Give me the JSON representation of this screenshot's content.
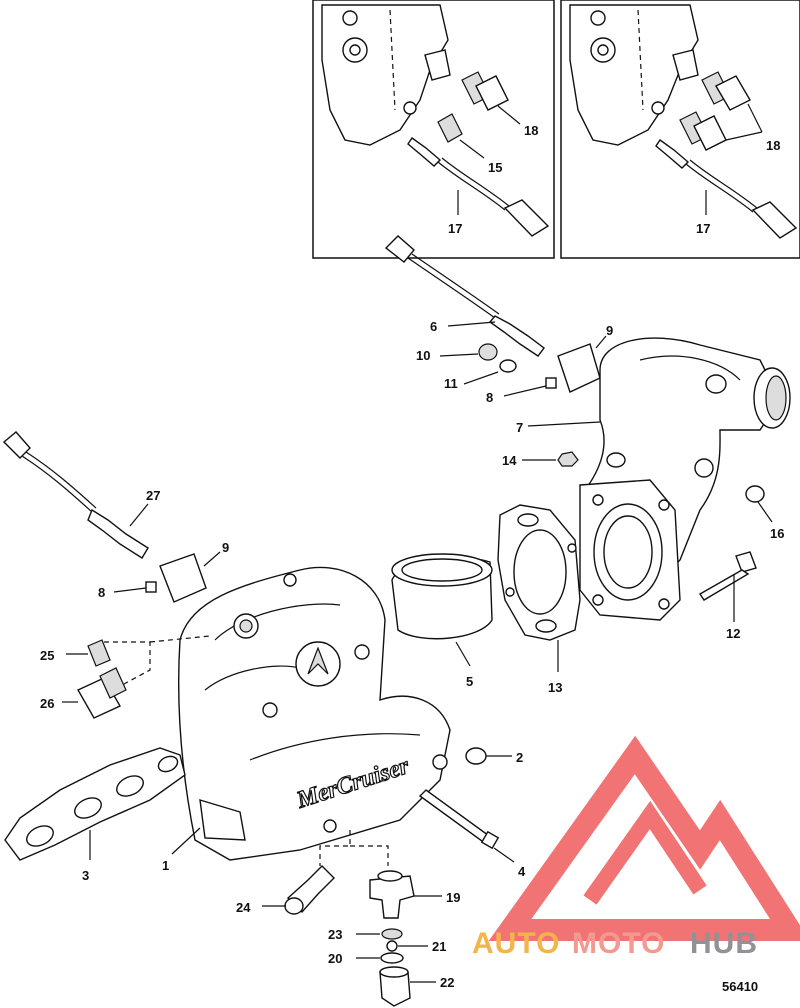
{
  "diagram_number": "56410",
  "watermark": {
    "part1": "AUTO",
    "part2": "MOTO",
    "part3": "HUB",
    "colors": {
      "auto": "#f2b54a",
      "moto": "#f29a8e",
      "hub": "#8f9398",
      "mark": "#ef5b5b"
    }
  },
  "brand_text": "MerCruiser",
  "labels": {
    "c1": "1",
    "c2": "2",
    "c3": "3",
    "c4": "4",
    "c5": "5",
    "c6": "6",
    "c7": "7",
    "c8a": "8",
    "c8b": "8",
    "c9a": "9",
    "c9b": "9",
    "c10": "10",
    "c11": "11",
    "c12": "12",
    "c13": "13",
    "c14": "14",
    "c15": "15",
    "c16": "16",
    "c17a": "17",
    "c17b": "17",
    "c18a": "18",
    "c18b": "18",
    "c19": "19",
    "c20": "20",
    "c21": "21",
    "c22": "22",
    "c23": "23",
    "c24": "24",
    "c25": "25",
    "c26": "26",
    "c27": "27"
  }
}
